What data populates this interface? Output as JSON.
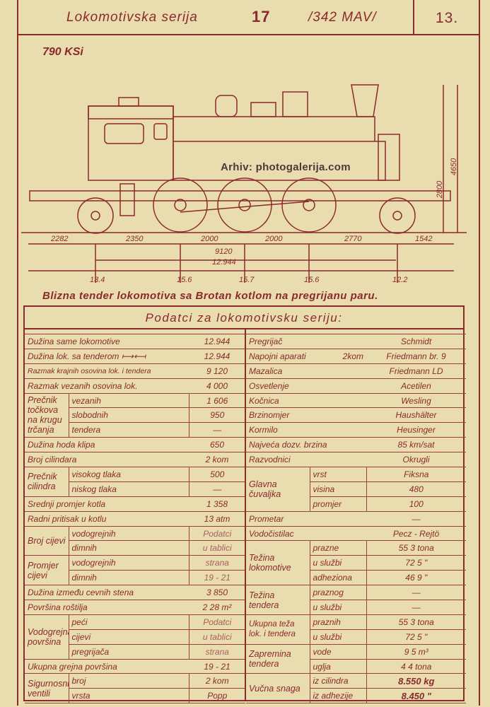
{
  "header": {
    "series_label": "Lokomotivska serija",
    "series_number": "17",
    "old_designation": "/342 MAV/",
    "page_number": "13."
  },
  "power": "790 KSi",
  "drawing": {
    "watermark": "Arhiv: photogalerija.com",
    "heights": [
      "2800",
      "4650"
    ],
    "spacings": [
      "2282",
      "2350",
      "2000",
      "2000",
      "2770",
      "1542"
    ],
    "wheelbase": "9120",
    "length": "12.944",
    "axle_loads": [
      "13.4",
      "15.6",
      "15.7",
      "15.6",
      "12.2"
    ]
  },
  "caption": "Blizna tender lokomotiva sa Brotan kotlom na pregrijanu paru.",
  "table": {
    "title": "Podatci za lokomotivsku seriju:",
    "left": {
      "r1": [
        "Dužina same lokomotive",
        "12.944"
      ],
      "r2": [
        "Dužina lok. sa tenderom ⟼⟻",
        "12.944"
      ],
      "r3": [
        "Razmak krajnih osovina lok. i tendera",
        "9 120"
      ],
      "r4": [
        "Razmak vezanih osovina lok.",
        "4 000"
      ],
      "wheels": {
        "group": "Prečnik točkova na krugu trčanja",
        "rows": [
          [
            "vezanih",
            "1 606"
          ],
          [
            "slobodnih",
            "950"
          ],
          [
            "tendera",
            "—"
          ]
        ]
      },
      "r5": [
        "Dužina hoda klipa",
        "650"
      ],
      "r6": [
        "Broj cilindara",
        "2 kom"
      ],
      "cyl": {
        "group": "Prečnik cilindra",
        "rows": [
          [
            "visokog tlaka",
            "500"
          ],
          [
            "niskog tlaka",
            "—"
          ]
        ]
      },
      "r7": [
        "Srednji promjer kotla",
        "1 358"
      ],
      "r8": [
        "Radni pritisak u kotlu",
        "13 atm"
      ],
      "tubes_count": {
        "group": "Broj cijevi",
        "rows": [
          [
            "vodogrejnih",
            "Podatci"
          ],
          [
            "dimnih",
            "u tablici"
          ]
        ]
      },
      "tubes_dia": {
        "group": "Promjer cijevi",
        "rows": [
          [
            "vodogrejnih",
            "strana"
          ],
          [
            "dimnih",
            "19 - 21"
          ]
        ]
      },
      "r9": [
        "Dužina između cevnih stena",
        "3 850"
      ],
      "r10": [
        "Površina roštilja",
        "2 28 m²"
      ],
      "heating": {
        "group": "Vodogrejna površina",
        "rows": [
          [
            "peći",
            "Podatci"
          ],
          [
            "cijevi",
            "u tablici"
          ],
          [
            "pregrijača",
            "strana"
          ]
        ]
      },
      "r11": [
        "Ukupna grejna površina",
        "19 - 21"
      ],
      "valves": {
        "group": "Sigurnosni ventili",
        "rows": [
          [
            "broj",
            "2 kom"
          ],
          [
            "vrsta",
            "Popp"
          ]
        ]
      }
    },
    "right": {
      "r1": [
        "Pregrijač",
        "",
        "Schmidt"
      ],
      "r2": [
        "Napojni aparati",
        "2kom",
        "Friedmann br. 9"
      ],
      "r3": [
        "Mazalica",
        "",
        "Friedmann LD"
      ],
      "r4": [
        "Osvetlenje",
        "",
        "Acetilen"
      ],
      "r5": [
        "Kočnica",
        "",
        "Wesling"
      ],
      "r6": [
        "Brzinomjer",
        "",
        "Haushälter"
      ],
      "r7": [
        "Kormilo",
        "",
        "Heusinger"
      ],
      "r8": [
        "Najveća dozv. brzina",
        "",
        "85 km/sat"
      ],
      "r9": [
        "Razvodnici",
        "",
        "Okrugli"
      ],
      "safety": {
        "group": "Glavna čuvaljka",
        "rows": [
          [
            "vrst",
            "Fiksna"
          ],
          [
            "visina",
            "480"
          ],
          [
            "promjer",
            "100"
          ]
        ]
      },
      "r10": [
        "Prometar",
        "",
        "—"
      ],
      "r11": [
        "Vodočistilac",
        "",
        "Pecz - Rejtö"
      ],
      "weight_loco": {
        "group": "Težina lokomotive",
        "rows": [
          [
            "prazne",
            "55 3 tona"
          ],
          [
            "u službi",
            "72 5 \""
          ],
          [
            "adheziona",
            "46 9 \""
          ]
        ]
      },
      "weight_tender": {
        "group": "Težina tendera",
        "rows": [
          [
            "praznog",
            "—"
          ],
          [
            "u službi",
            "—"
          ]
        ]
      },
      "total": {
        "group": "Ukupna teža lok. i tendera",
        "rows": [
          [
            "praznih",
            "55 3 tona"
          ],
          [
            "u službi",
            "72 5 \""
          ]
        ]
      },
      "capacity": {
        "group": "Zapremina tendera",
        "rows": [
          [
            "vode",
            "9 5 m³"
          ],
          [
            "uglja",
            "4 4 tona"
          ]
        ]
      },
      "traction": {
        "group": "Vučna snaga",
        "rows": [
          [
            "iz cilindra",
            "8.550 kg"
          ],
          [
            "iz adhezije",
            "8.450 \""
          ]
        ]
      }
    }
  },
  "colors": {
    "paper": "#e9dcae",
    "ink": "#8a2a2c"
  }
}
